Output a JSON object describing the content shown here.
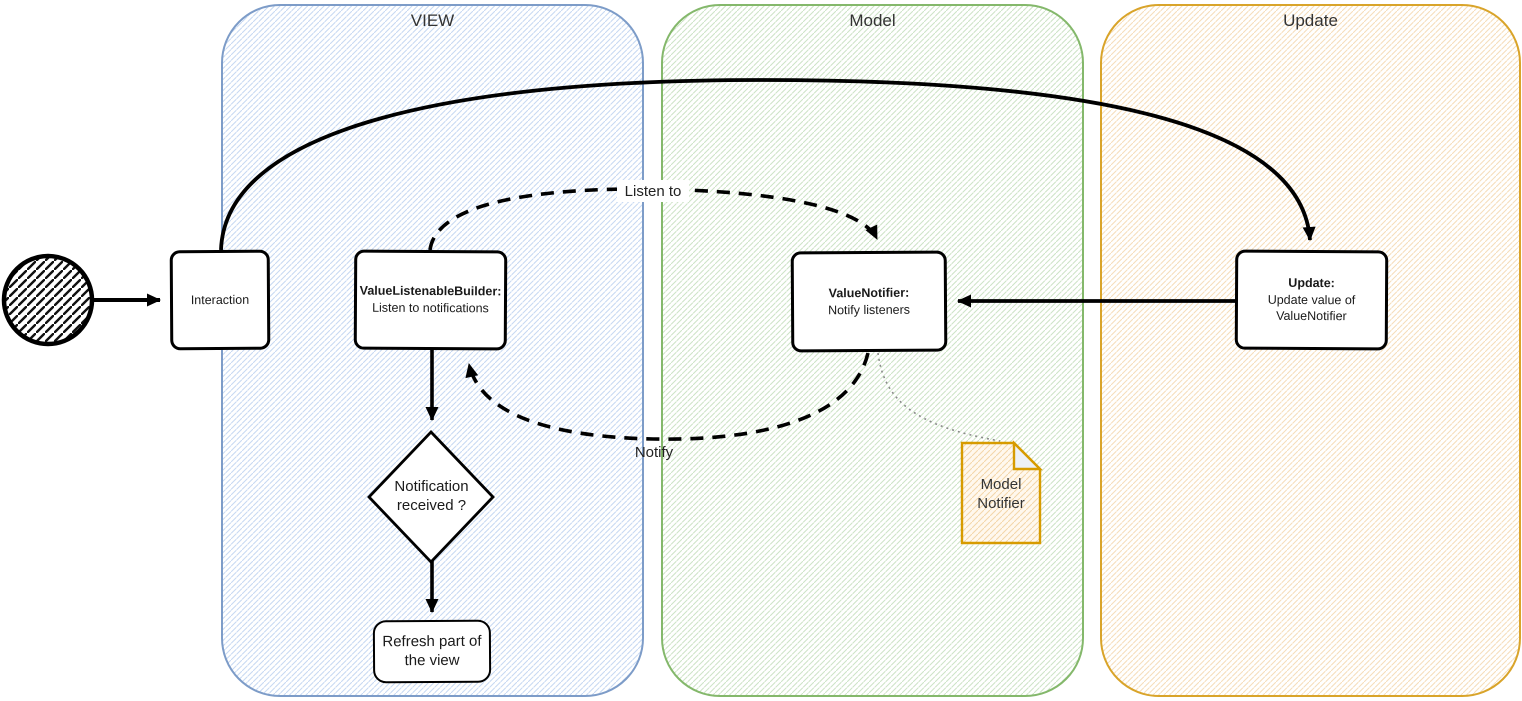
{
  "colors": {
    "view-border": "#7d9cc8",
    "view-hatch": "#c6d8f2",
    "model-border": "#84b86b",
    "model-hatch": "#cde3c6",
    "update-border": "#d9a42a",
    "update-hatch": "#f6ddba",
    "note-border": "#d79b00",
    "note-hatch": "#f3d6a8",
    "edge-black": "#000000",
    "title-text": "#333333"
  },
  "containers": {
    "view": {
      "title": "VIEW"
    },
    "model": {
      "title": "Model"
    },
    "update": {
      "title": "Update"
    }
  },
  "nodes": {
    "start_circle": {
      "type": "start-state"
    },
    "interaction": {
      "label": "Interaction"
    },
    "value_listenable_builder": {
      "title": "ValueListenableBuilder:",
      "subtitle": "Listen to notifications"
    },
    "value_notifier": {
      "title": "ValueNotifier:",
      "subtitle": "Notify listeners"
    },
    "update_node": {
      "title": "Update:",
      "subtitle": "Update value of ValueNotifier"
    },
    "decision": {
      "label": "Notification received ?"
    },
    "refresh": {
      "label": "Refresh part of the view"
    },
    "note": {
      "label": "Model Notifier"
    }
  },
  "edges": {
    "listen_label": "Listen to",
    "notify_label": "Notify"
  }
}
